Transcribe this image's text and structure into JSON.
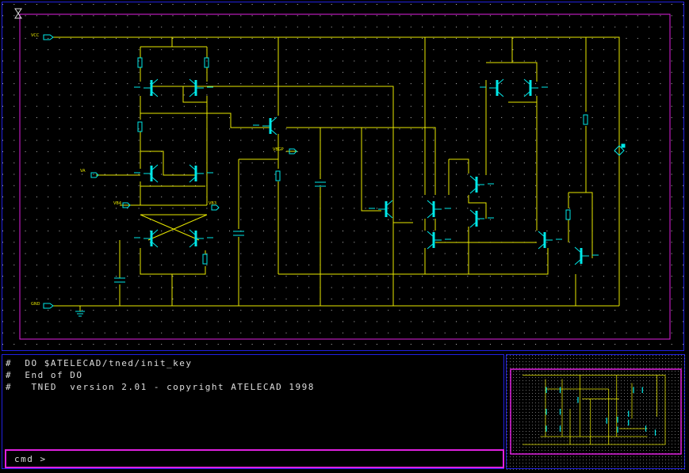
{
  "schematic": {
    "ports": {
      "vcc": "VCC",
      "gnd": "GND",
      "va": "VA",
      "vb4": "VB4",
      "vb3": "VB3",
      "vbgp": "VBGP"
    }
  },
  "console": {
    "lines": [
      "#  DO $ATELECAD/tned/init_key",
      "#  End of DO",
      "#   TNED  version 2.01 - copyright ATELECAD 1998"
    ],
    "prompt": "cmd >"
  },
  "colors": {
    "wire": "#e8e800",
    "device": "#00e8e8",
    "frame": "#e020e0",
    "panel_border": "#2020e0"
  }
}
